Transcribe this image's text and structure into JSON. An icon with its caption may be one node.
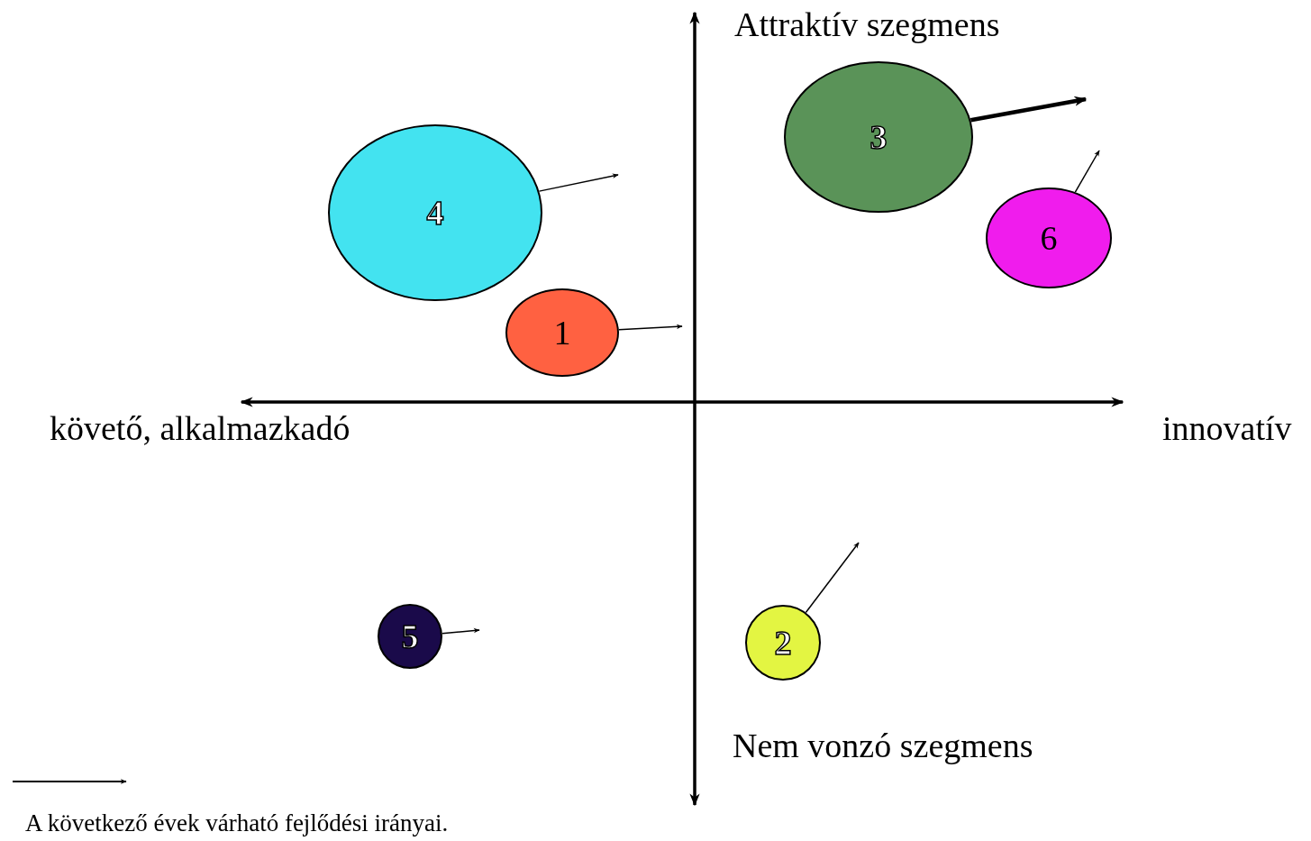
{
  "diagram": {
    "nodes": [
      {
        "text": [
          "3"
        ]
      },
      {
        "text": [
          "4"
        ]
      },
      {
        "text": [
          "6"
        ]
      },
      {
        "text": [
          "1"
        ]
      },
      {
        "text": [
          "5"
        ]
      },
      {
        "text": [
          "2"
        ]
      }
    ],
    "edges": [
      {
        "from": 0,
        "to": null,
        "arrow": "to",
        "style": "thick"
      },
      {
        "from": 1,
        "to": null,
        "arrow": "to"
      },
      {
        "from": 2,
        "to": null,
        "arrow": "to"
      },
      {
        "from": 3,
        "to": null,
        "arrow": "to"
      },
      {
        "from": 4,
        "to": null,
        "arrow": "to"
      },
      {
        "from": 5,
        "to": null,
        "arrow": "to"
      }
    ],
    "labels": [
      "Attraktív szegmens",
      "követő, alkalmazkadó",
      "innovatív",
      "Nem vonzó szegmens"
    ],
    "legend": [
      {
        "text": "A következő évek várható fejlődési irányai."
      }
    ]
  }
}
